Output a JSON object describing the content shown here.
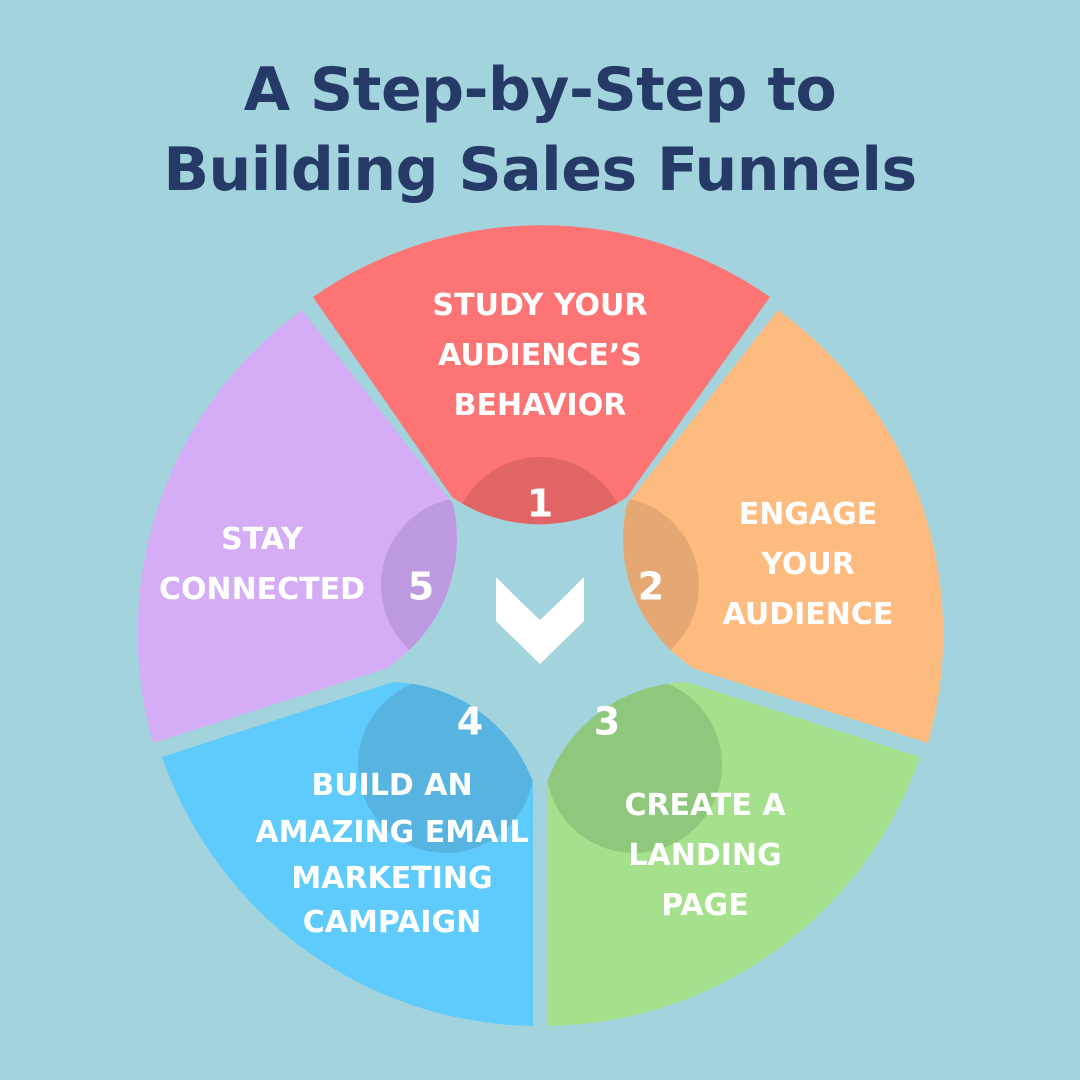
{
  "title": {
    "line1": "A Step-by-Step to",
    "line2": "Building Sales Funnels"
  },
  "colors": {
    "background": "#a3d3dc",
    "title": "#263a67",
    "step1": "#fc7474",
    "step2": "#fdbb7f",
    "step3": "#a5e08c",
    "step4": "#5ecbfc",
    "step5": "#d4adf6",
    "arrow": "#ffffff"
  },
  "steps": [
    {
      "number": "1",
      "lines": [
        "STUDY YOUR",
        "AUDIENCE’S",
        "BEHAVIOR"
      ]
    },
    {
      "number": "2",
      "lines": [
        "ENGAGE",
        "YOUR",
        "AUDIENCE"
      ]
    },
    {
      "number": "3",
      "lines": [
        "CREATE A",
        "LANDING",
        "PAGE"
      ]
    },
    {
      "number": "4",
      "lines": [
        "BUILD AN",
        "AMAZING EMAIL",
        "MARKETING",
        "CAMPAIGN"
      ]
    },
    {
      "number": "5",
      "lines": [
        "STAY",
        "CONNECTED"
      ]
    }
  ],
  "center_icon": "chevron-down-icon"
}
